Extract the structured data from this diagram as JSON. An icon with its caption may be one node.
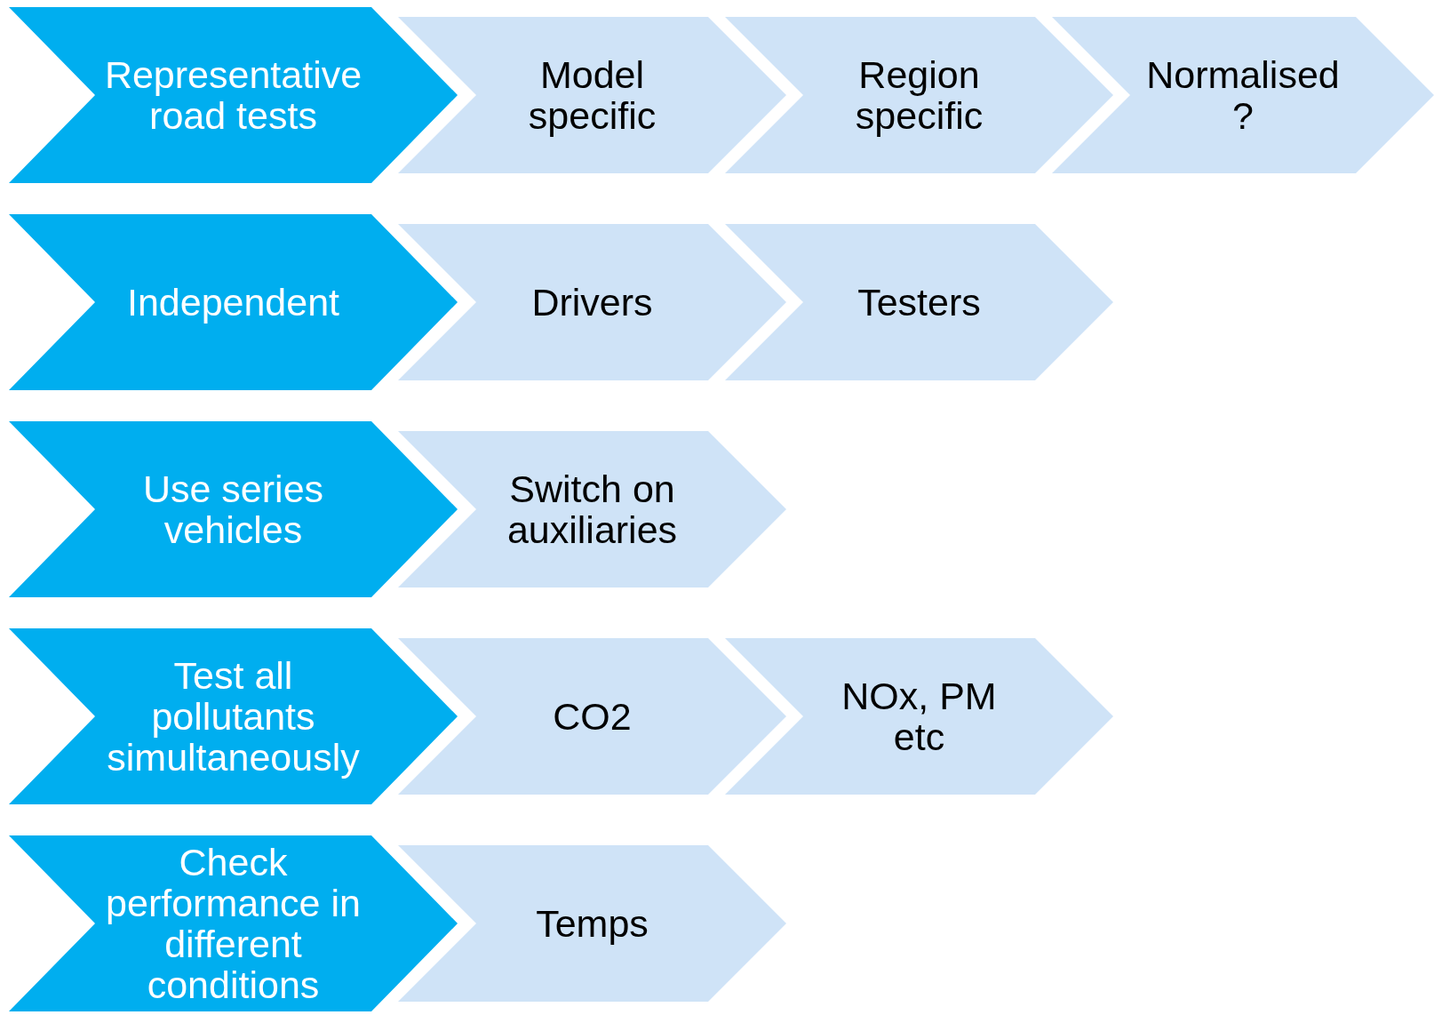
{
  "diagram": {
    "nodes": [
      {
        "text": [
          "Representative road tests"
        ]
      },
      {
        "text": [
          "Model specific"
        ]
      },
      {
        "text": [
          "Region specific"
        ]
      },
      {
        "text": [
          "Normalised ?"
        ]
      },
      {
        "text": [
          "Independent"
        ]
      },
      {
        "text": [
          "Drivers"
        ]
      },
      {
        "text": [
          "Testers"
        ]
      },
      {
        "text": [
          "Use series vehicles"
        ]
      },
      {
        "text": [
          "Switch on auxiliaries"
        ]
      },
      {
        "text": [
          "Test all pollutants simultaneously"
        ]
      },
      {
        "text": [
          "CO2"
        ]
      },
      {
        "text": [
          "NOx, PM etc"
        ]
      },
      {
        "text": [
          "Check performance in different conditions"
        ]
      },
      {
        "text": [
          "Temps"
        ]
      }
    ]
  }
}
